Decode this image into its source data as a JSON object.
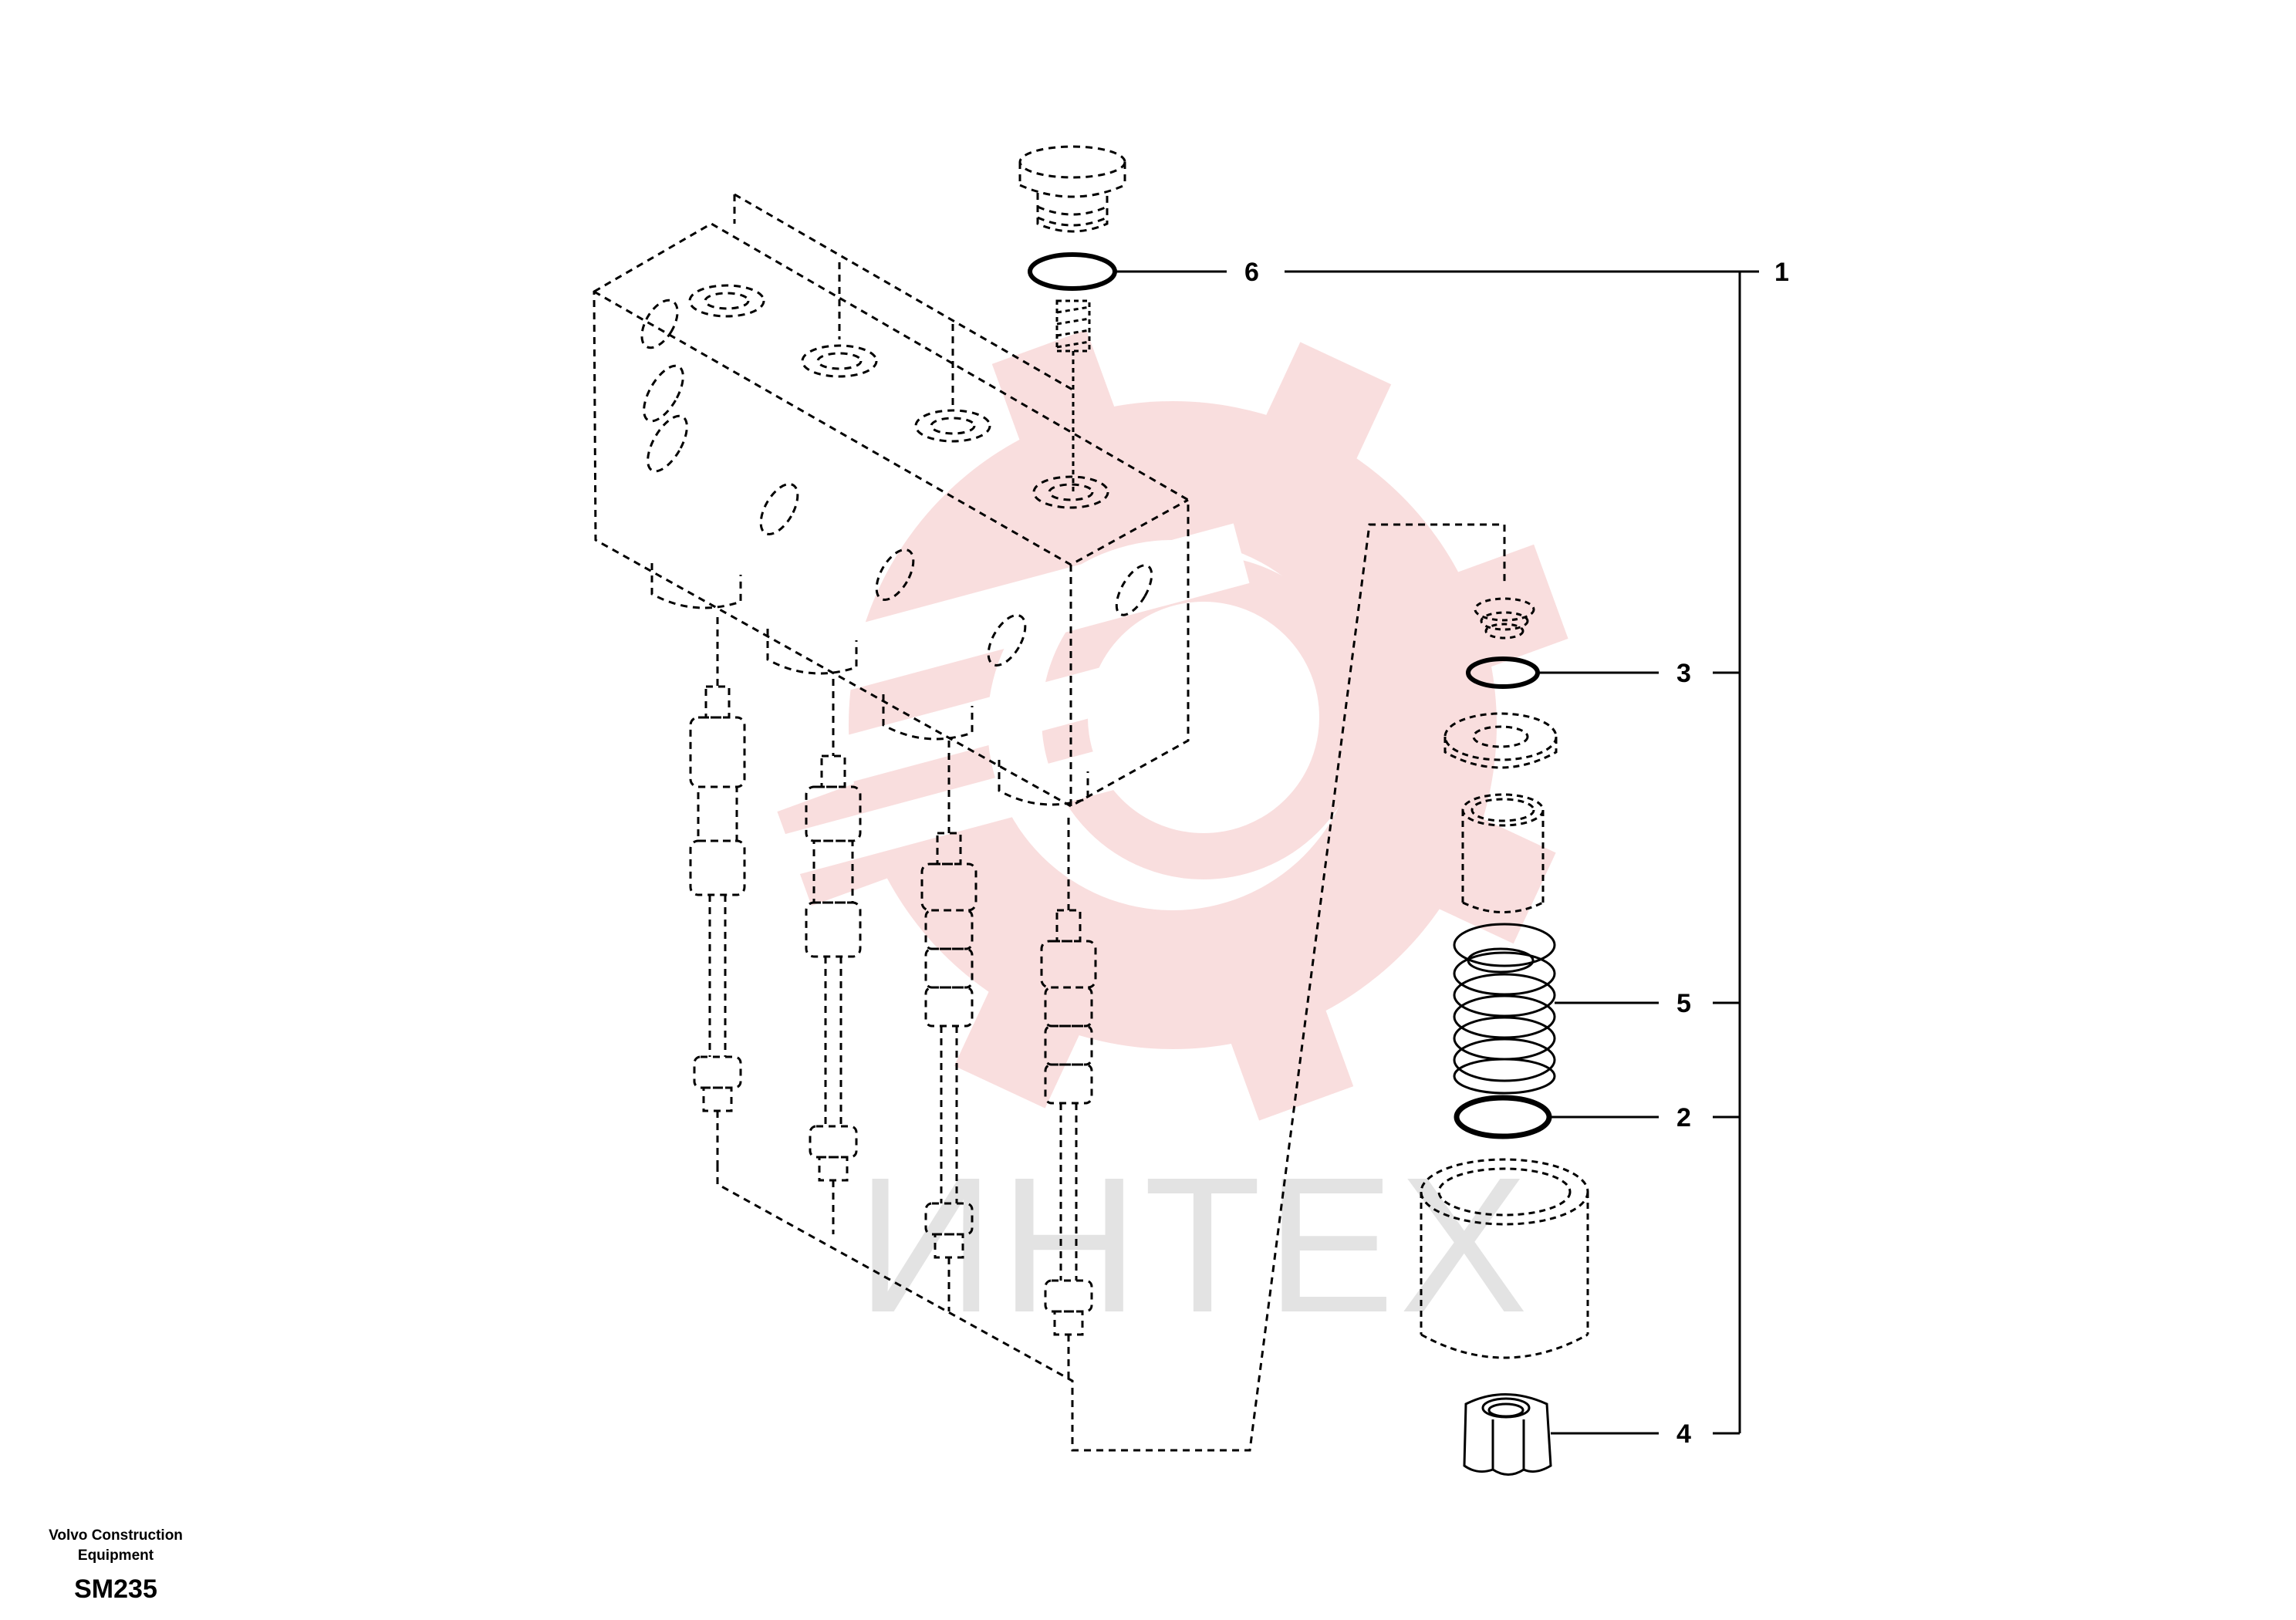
{
  "brand": {
    "company_line1": "Volvo Construction",
    "company_line2": "Equipment",
    "model": "SM235"
  },
  "watermark": {
    "text": "ИНТЕХ",
    "color": "#f4c8c8"
  },
  "callouts": [
    {
      "id": "1",
      "label": "1"
    },
    {
      "id": "2",
      "label": "2"
    },
    {
      "id": "3",
      "label": "3"
    },
    {
      "id": "4",
      "label": "4"
    },
    {
      "id": "5",
      "label": "5"
    },
    {
      "id": "6",
      "label": "6"
    }
  ]
}
